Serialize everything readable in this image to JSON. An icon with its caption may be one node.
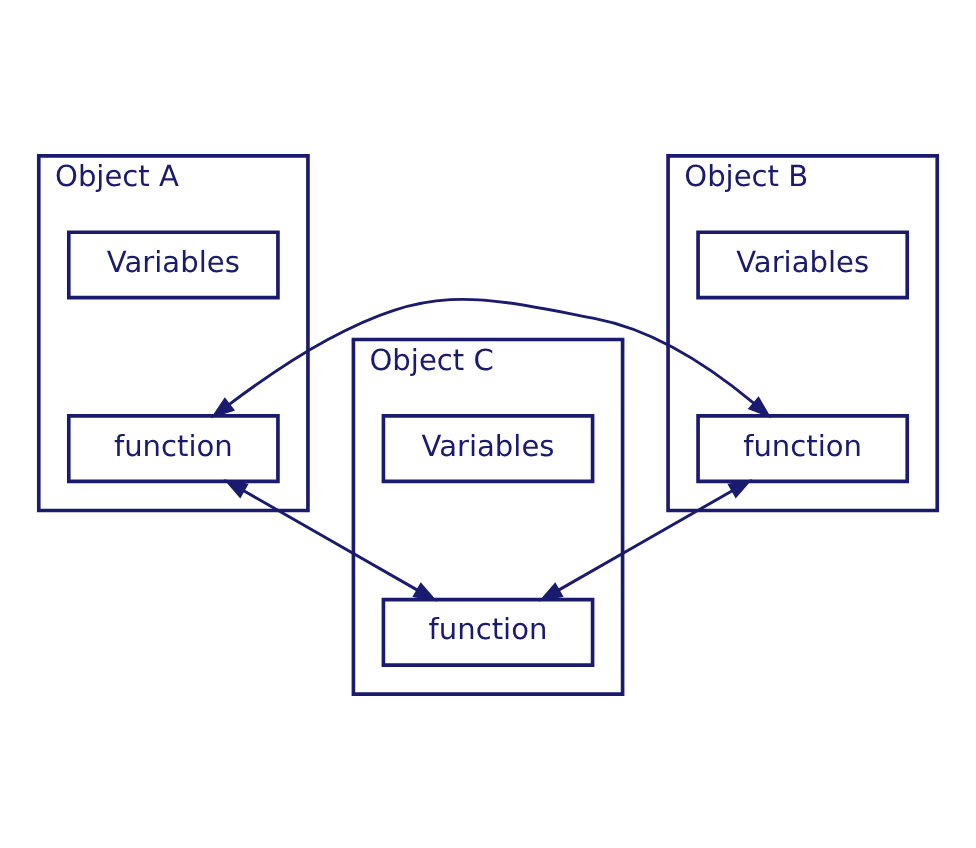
{
  "diagram": {
    "nodes": [
      {
        "text": [
          "Object A"
        ]
      },
      {
        "text": [
          "Variables"
        ],
        "in": 0
      },
      {
        "text": [
          "function"
        ],
        "in": 0
      },
      {
        "text": [
          "Object B"
        ]
      },
      {
        "text": [
          "Variables"
        ],
        "in": 3
      },
      {
        "text": [
          "function"
        ],
        "in": 3
      },
      {
        "text": [
          "Object C"
        ]
      },
      {
        "text": [
          "Variables"
        ],
        "in": 6
      },
      {
        "text": [
          "function"
        ],
        "in": 6
      }
    ],
    "edges": [
      {
        "from": 2,
        "to": 5,
        "arrow": "both"
      },
      {
        "from": 2,
        "to": 8,
        "arrow": "both"
      },
      {
        "from": 5,
        "to": 8,
        "arrow": "both"
      }
    ]
  }
}
